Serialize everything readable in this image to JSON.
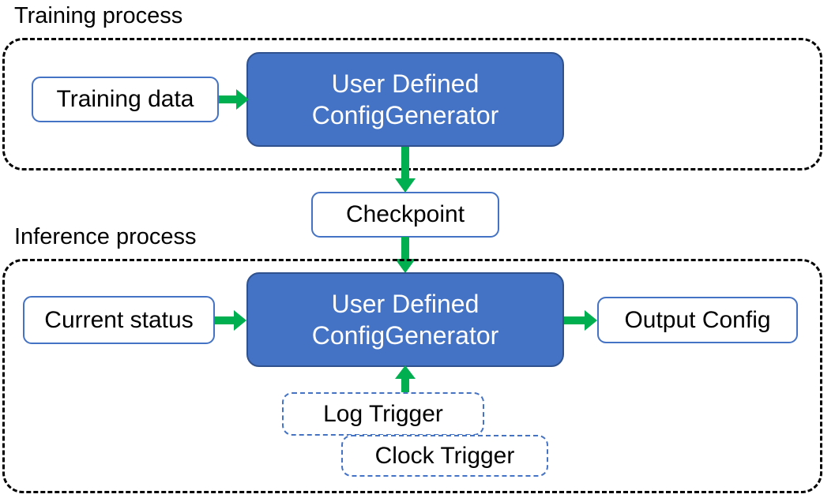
{
  "diagram": {
    "title_training": "Training process",
    "title_inference": "Inference process",
    "colors": {
      "arrow_green": "#00B050",
      "box_blue_fill": "#4472C4",
      "box_blue_stroke": "#2F528F",
      "outline_blue": "#4472C4",
      "container_dash": "#000000",
      "text_dark": "#000000",
      "text_light": "#FFFFFF",
      "page_background": "#FFFFFF"
    }
  },
  "training": {
    "label": "Training process",
    "input_box": {
      "label": "Training data"
    },
    "generator_box": {
      "line1": "User Defined",
      "line2": "ConfigGenerator"
    }
  },
  "checkpoint": {
    "label": "Checkpoint"
  },
  "inference": {
    "label": "Inference process",
    "input_box": {
      "label": "Current status"
    },
    "generator_box": {
      "line1": "User Defined",
      "line2": "ConfigGenerator"
    },
    "output_box": {
      "label": "Output Config"
    },
    "triggers": [
      {
        "label": "Log Trigger"
      },
      {
        "label": "Clock Trigger"
      }
    ]
  },
  "arrows": [
    {
      "name": "training-data-to-generator",
      "direction": "right"
    },
    {
      "name": "training-generator-to-checkpoint",
      "direction": "down"
    },
    {
      "name": "checkpoint-to-inference-generator",
      "direction": "down"
    },
    {
      "name": "current-status-to-generator",
      "direction": "right"
    },
    {
      "name": "generator-to-output-config",
      "direction": "right"
    },
    {
      "name": "triggers-to-generator",
      "direction": "up"
    }
  ]
}
